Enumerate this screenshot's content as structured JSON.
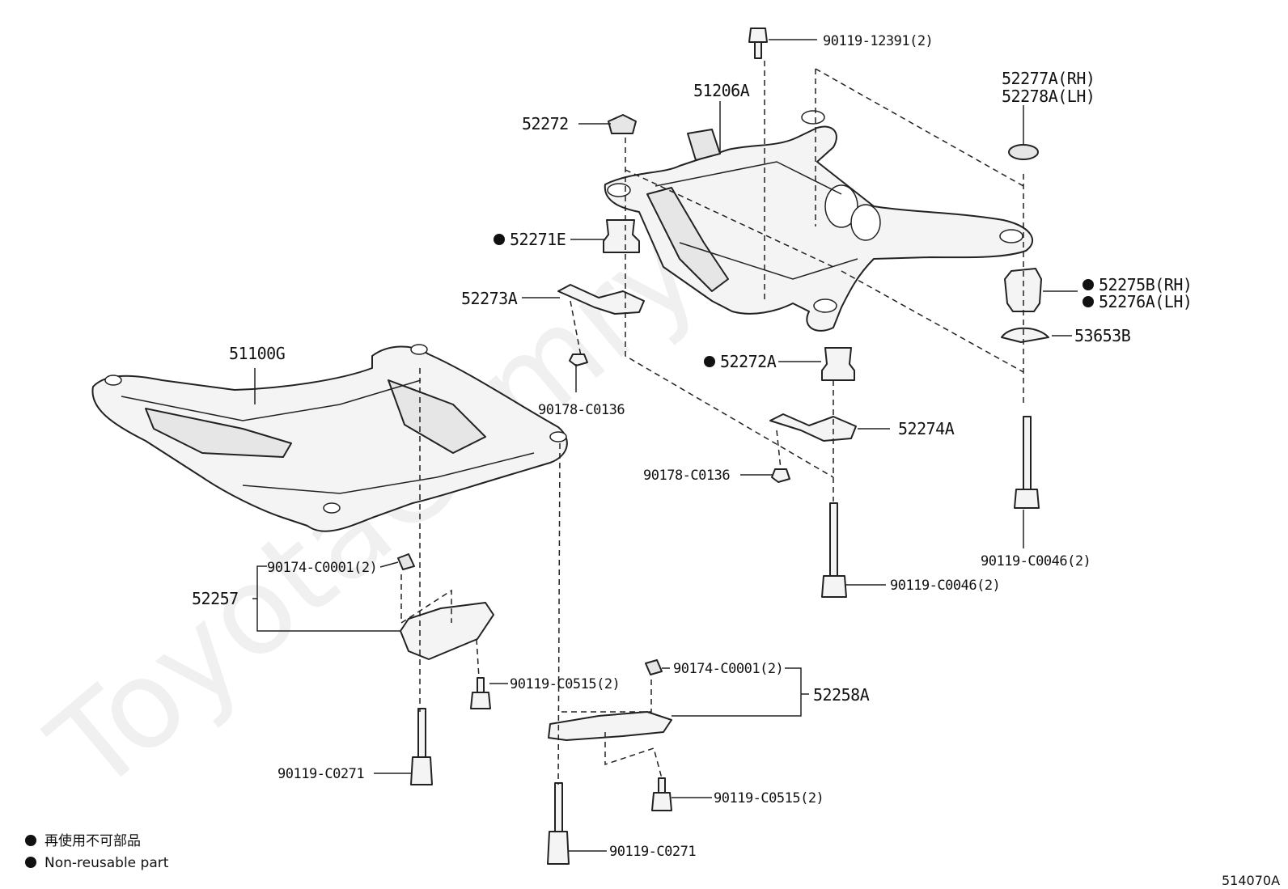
{
  "watermark": "ToyotaCamry.ru",
  "diagram_code": "514070A",
  "legend": {
    "items": [
      {
        "symbol": "filled-circle",
        "text": "再使用不可部品"
      },
      {
        "symbol": "filled-circle",
        "text": "Non-reusable part"
      }
    ]
  },
  "parts": {
    "p90119_12391": "90119-12391(2)",
    "p51206A": "51206A",
    "p52277A": "52277A(RH)",
    "p52278A": "52278A(LH)",
    "p52272": "52272",
    "p52271E": "52271E",
    "p52273A": "52273A",
    "p52275B": "52275B(RH)",
    "p52276A": "52276A(LH)",
    "p53653B": "53653B",
    "p51100G": "51100G",
    "p90178_C0136_a": "90178-C0136",
    "p52272A": "52272A",
    "p52274A": "52274A",
    "p90178_C0136_b": "90178-C0136",
    "p90119_C0046_a": "90119-C0046(2)",
    "p90119_C0046_b": "90119-C0046(2)",
    "p90174_C0001_a": "90174-C0001(2)",
    "p52257": "52257",
    "p90119_C0515_a": "90119-C0515(2)",
    "p90174_C0001_b": "90174-C0001(2)",
    "p52258A": "52258A",
    "p90119_C0271_a": "90119-C0271",
    "p90119_C0515_b": "90119-C0515(2)",
    "p90119_C0271_b": "90119-C0271"
  }
}
